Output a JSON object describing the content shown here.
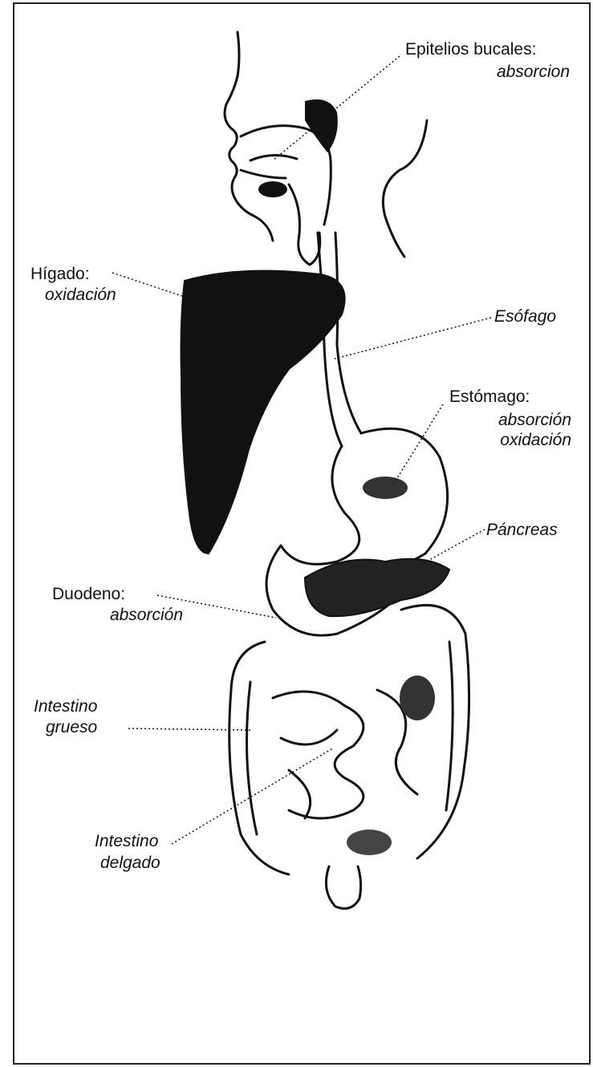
{
  "labels": {
    "epitelios": {
      "name": "Epitelios bucales:",
      "note": "absorcion"
    },
    "esofago": {
      "name": "Esófago"
    },
    "estomago": {
      "name": "Estómago:",
      "note1": "absorción",
      "note2": "oxidación"
    },
    "higado": {
      "name": "Hígado:",
      "note": "oxidación"
    },
    "pancreas": {
      "name": "Páncreas"
    },
    "duodeno": {
      "name": "Duodeno:",
      "note": "absorción"
    },
    "intestino_grueso": {
      "line1": "Intestino",
      "line2": "grueso"
    },
    "intestino_delgado": {
      "line1": "Intestino",
      "line2": "delgado"
    }
  }
}
